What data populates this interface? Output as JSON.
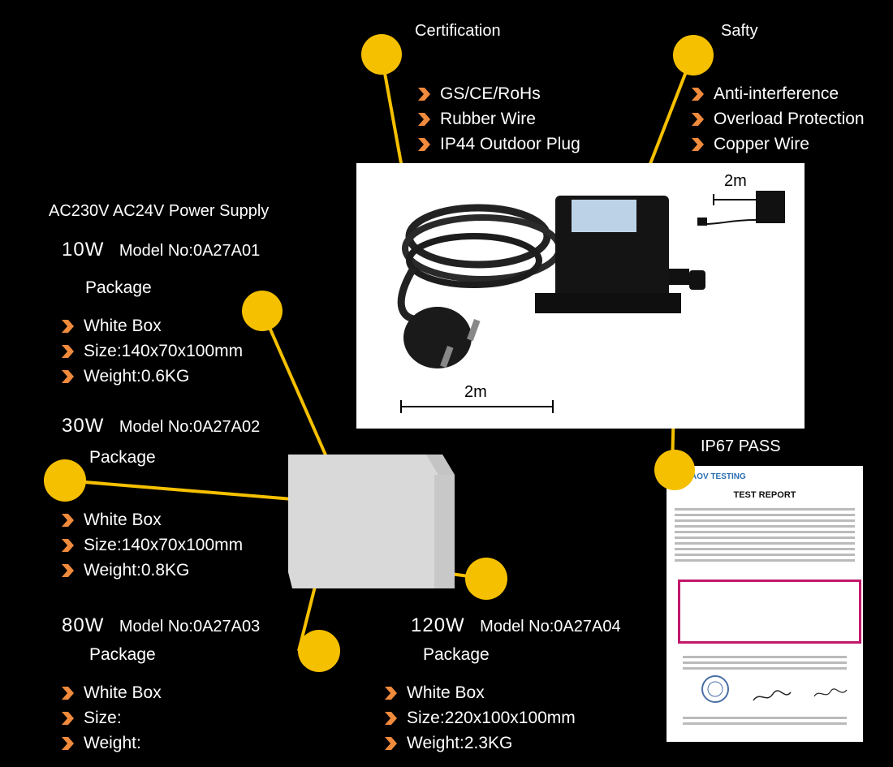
{
  "colors": {
    "accent": "#f5c000",
    "arrow": "#f08a3c",
    "background": "#000000",
    "highlight": "#c2186b"
  },
  "certification": {
    "title": "Certification",
    "items": [
      "GS/CE/RoHs",
      "Rubber Wire",
      "IP44 Outdoor Plug"
    ]
  },
  "safety": {
    "title": "Safty",
    "items": [
      "Anti-interference",
      "Overload Protection",
      "Copper Wire"
    ]
  },
  "product": {
    "title": "AC230V AC24V Power Supply"
  },
  "models": [
    {
      "watts": "10W",
      "model": "Model No:0A27A01",
      "package": "Package",
      "items": [
        "White Box",
        "Size:140x70x100mm",
        "Weight:0.6KG"
      ]
    },
    {
      "watts": "30W",
      "model": "Model No:0A27A02",
      "package": "Package",
      "items": [
        "White Box",
        "Size:140x70x100mm",
        "Weight:0.8KG"
      ]
    },
    {
      "watts": "80W",
      "model": "Model No:0A27A03",
      "package": "Package",
      "items": [
        "White Box",
        "Size:",
        "Weight:"
      ]
    },
    {
      "watts": "120W",
      "model": "Model No:0A27A04",
      "package": "Package",
      "items": [
        "White Box",
        "Size:220x100x100mm",
        "Weight:2.3KG"
      ]
    }
  ],
  "photo": {
    "cable_length_1": "2m",
    "cable_length_2": "2m"
  },
  "ip": {
    "label": "IP67 PASS"
  },
  "report": {
    "title": "TEST REPORT",
    "logo": "AOV TESTING"
  }
}
